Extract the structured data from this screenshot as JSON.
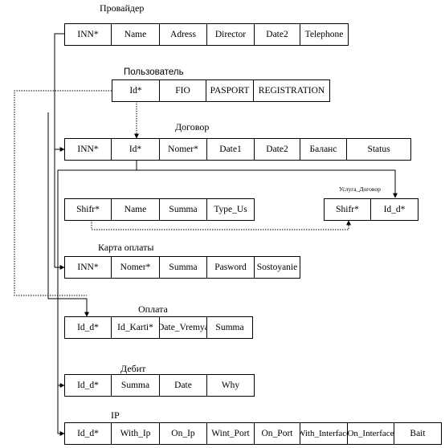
{
  "diagram": {
    "entities": [
      {
        "id": "provider",
        "title": "Провайдер",
        "fields": [
          "INN*",
          "Name",
          "Adress",
          "Director",
          "Date2",
          "Telephone"
        ]
      },
      {
        "id": "user",
        "title": "Пользователь",
        "fields": [
          "Id*",
          "FIO",
          "PASPORT",
          "REGISTRATION"
        ]
      },
      {
        "id": "contract",
        "title": "Договор",
        "fields": [
          "INN*",
          "Id*",
          "Nomer*",
          "Date1",
          "Date2",
          "Баланс",
          "Status"
        ]
      },
      {
        "id": "service",
        "title": "",
        "fields": [
          "Shifr*",
          "Name",
          "Summa",
          "Type_Us"
        ]
      },
      {
        "id": "service-contract",
        "title": "Услуга_Договор",
        "fields": [
          "Shifr*",
          "Id_d*"
        ]
      },
      {
        "id": "payment-card",
        "title": "Карта оплаты",
        "fields": [
          "INN*",
          "Nomer*",
          "Summa",
          "Pasword",
          "Sostoyanie"
        ]
      },
      {
        "id": "payment",
        "title": "Оплата",
        "fields": [
          "Id_d*",
          "Id_Karti*",
          "Date_Vremya",
          "Summa"
        ]
      },
      {
        "id": "debit",
        "title": "Дебит",
        "fields": [
          "Id_d*",
          "Summa",
          "Date",
          "Why"
        ]
      },
      {
        "id": "ip",
        "title": "IP",
        "fields": [
          "Id_d*",
          "With_Ip",
          "On_Ip",
          "Wint_Port",
          "On_Port",
          "With_Interface",
          "On_Interface",
          "Bait"
        ]
      }
    ]
  }
}
